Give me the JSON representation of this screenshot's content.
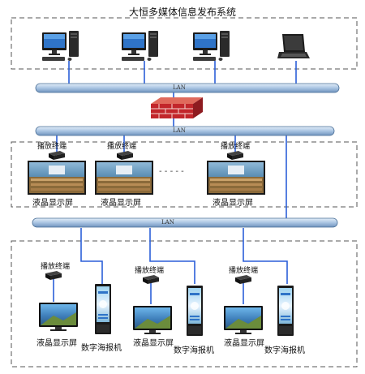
{
  "title": "大恒多媒体信息发布系统",
  "lan_label": "LAN",
  "player_label": "播放终端",
  "lcd_label": "液晶显示屏",
  "poster_label": "数字海报机",
  "ellipsis": "- - - - -",
  "colors": {
    "bus_fill": "#b9cfe6",
    "bus_stroke": "#4a6f97",
    "link": "#2b5fd9",
    "firewall": "#c0282d",
    "dashed_box": "#555555"
  },
  "icons": [
    "desktop-pc-icon",
    "laptop-icon",
    "firewall-icon",
    "player-box-icon",
    "lcd-screen-icon",
    "poster-kiosk-icon"
  ]
}
